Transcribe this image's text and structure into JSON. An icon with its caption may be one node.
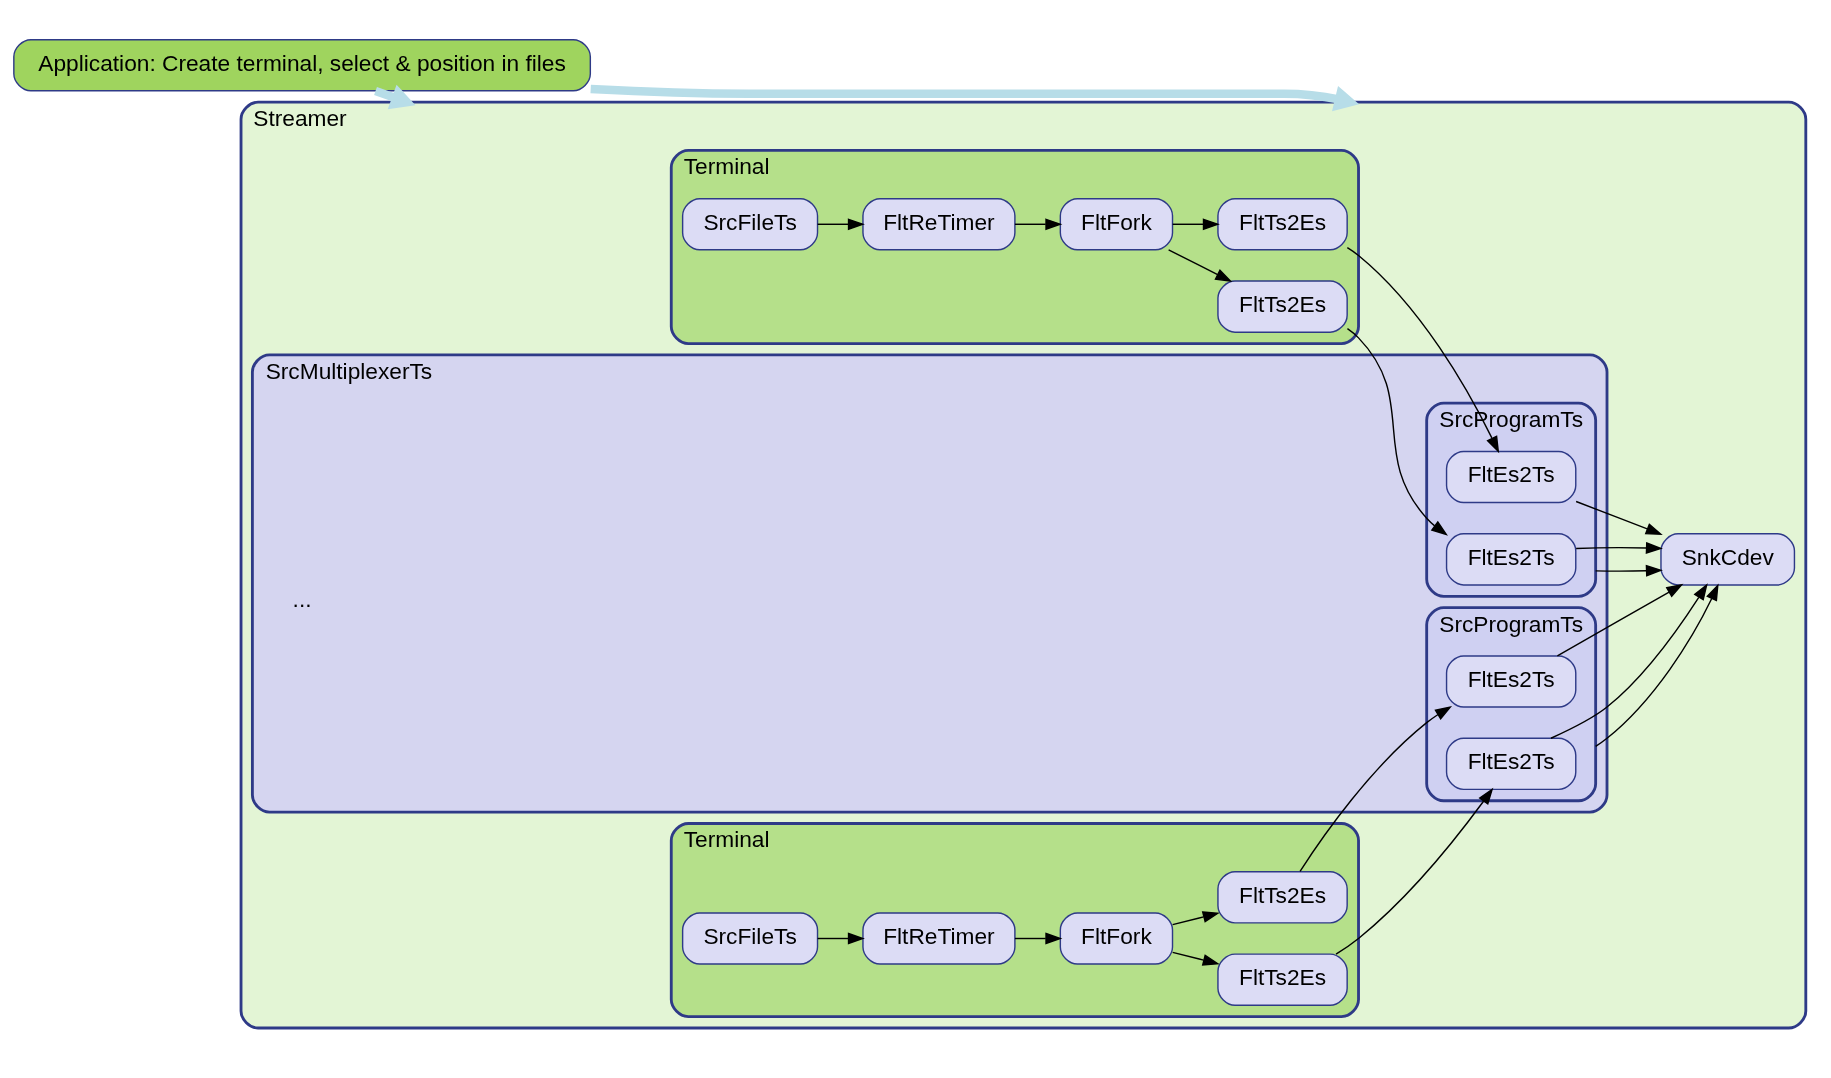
{
  "diagram": {
    "nodes": [
      {
        "text": [
          "Application: Create terminal, select & position in files"
        ]
      },
      {
        "text": [
          "Streamer"
        ]
      },
      {
        "text": [
          "SrcMultiplexerTs"
        ],
        "in": 1
      },
      {
        "text": [
          "Terminal"
        ],
        "in": 1
      },
      {
        "text": [
          "SrcFileTs"
        ],
        "in": 3
      },
      {
        "text": [
          "FltReTimer"
        ],
        "in": 3
      },
      {
        "text": [
          "FltFork"
        ],
        "in": 3
      },
      {
        "text": [
          "FltTs2Es"
        ],
        "in": 3
      },
      {
        "text": [
          "FltTs2Es"
        ],
        "in": 3
      },
      {
        "text": [
          "SrcProgramTs"
        ],
        "in": 2
      },
      {
        "text": [
          "FltEs2Ts"
        ],
        "in": 9
      },
      {
        "text": [
          "FltEs2Ts"
        ],
        "in": 9
      },
      {
        "text": [
          "Terminal"
        ],
        "in": 1
      },
      {
        "text": [
          "SrcFileTs"
        ],
        "in": 12
      },
      {
        "text": [
          "FltReTimer"
        ],
        "in": 12
      },
      {
        "text": [
          "FltFork"
        ],
        "in": 12
      },
      {
        "text": [
          "FltTs2Es"
        ],
        "in": 12
      },
      {
        "text": [
          "FltTs2Es"
        ],
        "in": 12
      },
      {
        "text": [
          "SrcProgramTs"
        ],
        "in": 2
      },
      {
        "text": [
          "FltEs2Ts"
        ],
        "in": 18
      },
      {
        "text": [
          "FltEs2Ts"
        ],
        "in": 18
      },
      {
        "text": [
          "SnkCdev"
        ],
        "in": 1
      }
    ],
    "edges": [
      {
        "from": 0,
        "to": 1,
        "arrow": "to",
        "style": "thick",
        "color": "#b7dde8"
      },
      {
        "from": 0,
        "to": 1,
        "arrow": "to",
        "style": "thick",
        "color": "#b7dde8"
      },
      {
        "from": 4,
        "to": 5,
        "arrow": "to"
      },
      {
        "from": 5,
        "to": 6,
        "arrow": "to"
      },
      {
        "from": 6,
        "to": 7,
        "arrow": "to"
      },
      {
        "from": 6,
        "to": 8,
        "arrow": "to"
      },
      {
        "from": 7,
        "to": 10,
        "arrow": "to"
      },
      {
        "from": 8,
        "to": 11,
        "arrow": "to"
      },
      {
        "from": 13,
        "to": 14,
        "arrow": "to"
      },
      {
        "from": 14,
        "to": 15,
        "arrow": "to"
      },
      {
        "from": 15,
        "to": 16,
        "arrow": "to"
      },
      {
        "from": 15,
        "to": 17,
        "arrow": "to"
      },
      {
        "from": 16,
        "to": 19,
        "arrow": "to"
      },
      {
        "from": 17,
        "to": 20,
        "arrow": "to"
      },
      {
        "from": 10,
        "to": 21,
        "arrow": "to"
      },
      {
        "from": 9,
        "to": 21,
        "arrow": "to"
      },
      {
        "from": 11,
        "to": 21,
        "arrow": "to"
      },
      {
        "from": 19,
        "to": 21,
        "arrow": "to"
      },
      {
        "from": 18,
        "to": 21,
        "arrow": "to"
      },
      {
        "from": 20,
        "to": 21,
        "arrow": "to"
      }
    ],
    "labels": [
      "..."
    ]
  }
}
